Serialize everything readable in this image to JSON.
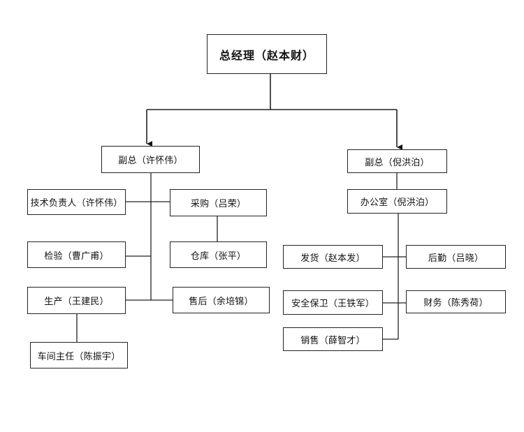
{
  "org_chart": {
    "root": {
      "label": "总经理（赵本财）"
    },
    "left_branch": {
      "head": {
        "label": "副总（许怀伟）"
      },
      "tech_lead": {
        "label": "技术负责人（许怀伟）"
      },
      "purchasing": {
        "label": "采购（吕荣）"
      },
      "warehouse": {
        "label": "仓库（张平）"
      },
      "inspection": {
        "label": "检验（曹广甫）"
      },
      "production": {
        "label": "生产（王建民）"
      },
      "after_sales": {
        "label": "售后（余培锦）"
      },
      "workshop_director": {
        "label": "车间主任（陈振宇）"
      }
    },
    "right_branch": {
      "head": {
        "label": "副总（倪洪泊）"
      },
      "office": {
        "label": "办公室（倪洪泊）"
      },
      "shipping": {
        "label": "发货（赵本发）"
      },
      "logistics": {
        "label": "后勤（吕晓）"
      },
      "security": {
        "label": "安全保卫（王铁军）"
      },
      "finance": {
        "label": "财务（陈秀荷）"
      },
      "sales": {
        "label": "销售（薛智才）"
      }
    }
  }
}
